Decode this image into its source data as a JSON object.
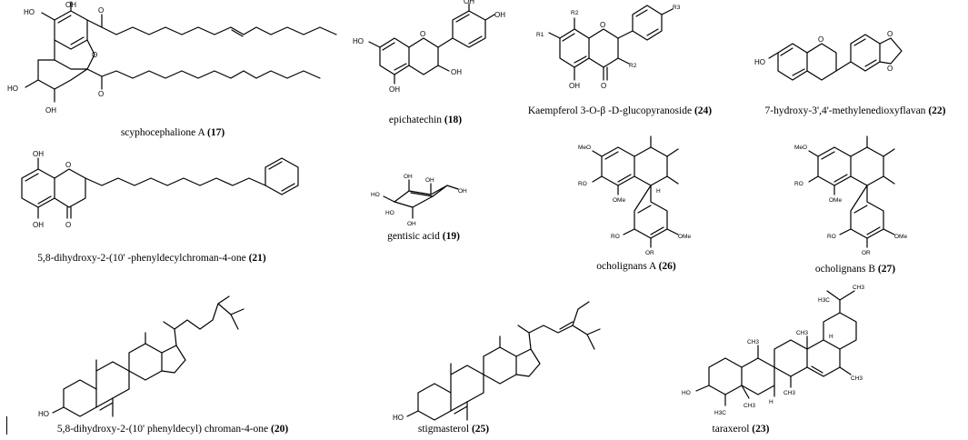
{
  "compounds": [
    {
      "name": "scyphocephalione A",
      "number": "(17)"
    },
    {
      "name": "epichatechin",
      "number": "(18)"
    },
    {
      "name": "Kaempferol 3-O-β -D-glucopyranoside",
      "number": "(24)"
    },
    {
      "name": "7-hydroxy-3',4'-methylenedioxyflavan",
      "number": "(22)"
    },
    {
      "name": "5,8-dihydroxy-2-(10' -phenyldecylchroman-4-one",
      "number": "(21)"
    },
    {
      "name": "gentisic acid",
      "number": "(19)"
    },
    {
      "name": "ocholignans A",
      "number": "(26)"
    },
    {
      "name": "ocholignans B",
      "number": "(27)"
    },
    {
      "name": "5,8-dihydroxy-2-(10' phenyldecyl) chroman-4-one",
      "number": "(20)"
    },
    {
      "name": "stigmasterol",
      "number": "(25)"
    },
    {
      "name": "taraxerol",
      "number": "(23)"
    }
  ],
  "atom_labels": {
    "oh": "OH",
    "ho": "HO",
    "o": "O",
    "h": "H",
    "ro": "RO",
    "or": "OR",
    "meo": "MeO",
    "ome": "OMe",
    "r1": "R1",
    "r2": "R2",
    "r3": "R3",
    "h3c": "H3C",
    "ch3": "CH3"
  }
}
